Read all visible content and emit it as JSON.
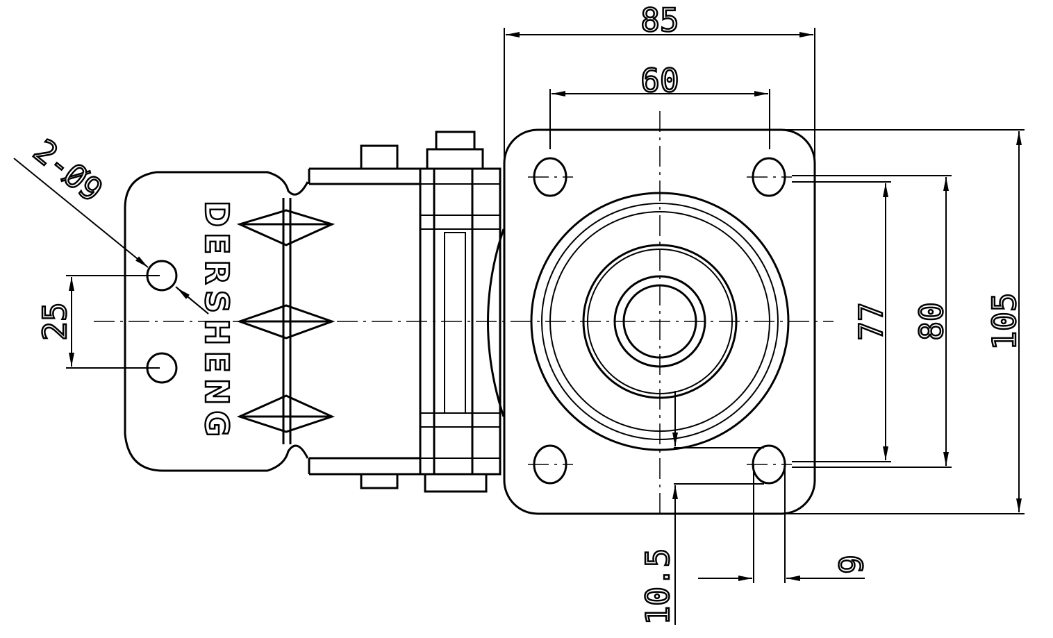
{
  "drawing": {
    "brand": "DERSHENG",
    "dimensions": {
      "overall_width": "85",
      "hole_spacing_width": "60",
      "overall_length": "105",
      "hole_spacing_length_outer": "80",
      "hole_spacing_length_inner": "77",
      "hole_edge_offset": "10.5",
      "hole_slot_width": "9",
      "brake_hole_spacing": "25",
      "brake_holes": "2-Ø9"
    },
    "colors": {
      "line": "#000000",
      "background": "#ffffff"
    }
  }
}
